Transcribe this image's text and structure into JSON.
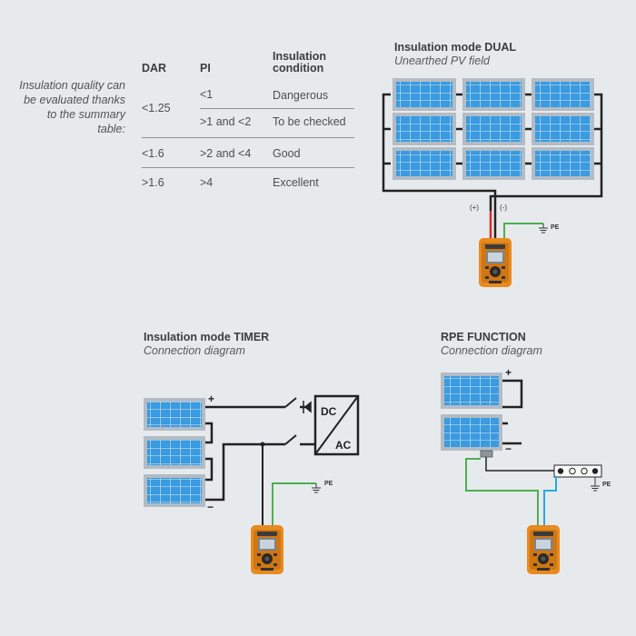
{
  "intro_text": "Insulation quality can be evaluated thanks to the summary table:",
  "table": {
    "headers": {
      "dar": "DAR",
      "pi": "PI",
      "condition_line1": "Insulation",
      "condition_line2": "condition"
    },
    "rows": [
      {
        "dar": "<1.25",
        "pi": "<1",
        "condition": "Dangerous"
      },
      {
        "dar": "",
        "pi": ">1 and <2",
        "condition": "To be checked"
      },
      {
        "dar": "<1.6",
        "pi": ">2 and <4",
        "condition": "Good"
      },
      {
        "dar": ">1.6",
        "pi": ">4",
        "condition": "Excellent"
      }
    ]
  },
  "dual": {
    "title": "Insulation mode DUAL",
    "subtitle": "Unearthed PV field",
    "plus": "(+)",
    "minus": "(-)",
    "pe": "PE"
  },
  "timer": {
    "title": "Insulation mode TIMER",
    "subtitle": "Connection diagram",
    "plus": "+",
    "minus": "−",
    "dc": "DC",
    "ac": "AC",
    "pe": "PE"
  },
  "rpe": {
    "title": "RPE FUNCTION",
    "subtitle": "Connection diagram",
    "plus": "+",
    "minus": "−",
    "pe": "PE"
  },
  "colors": {
    "panel_frame": "#b3bcc4",
    "cell": "#2f8fd6",
    "wire": "#222222",
    "ground_wire": "#4caf50",
    "positive_wire": "#d32f2f",
    "probe_wire": "#29a7e1",
    "instrument": "#e98a1f"
  }
}
